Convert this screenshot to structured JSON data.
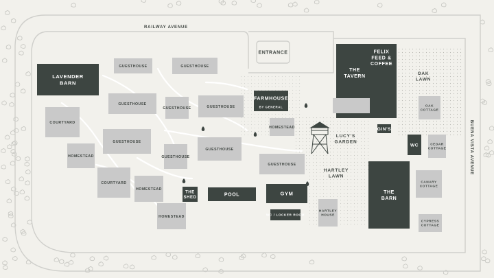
{
  "colors": {
    "background": "#f2f1ec",
    "dark_building": "#3d4541",
    "light_building": "#c9c9c9",
    "road_outline": "#cfcfcb"
  },
  "streets": {
    "top": "RAILWAY AVENUE",
    "right": "BUENA VISTA AVENUE"
  },
  "buildings": {
    "lavender_barn": [
      "LAVENDER",
      "BARN"
    ],
    "entrance": [
      "ENTRANCE"
    ],
    "felix": [
      "FELIX",
      "FEED &",
      "COFFEE"
    ],
    "tavern": [
      "THE",
      "TAVERN"
    ],
    "farmhouse": [
      "FARMHOUSE"
    ],
    "farmhouse_sub": "BY GENERAL",
    "gins": "GIN'S",
    "wc_right": "WC",
    "the_barn": [
      "THE",
      "BARN"
    ],
    "the_shed": [
      "THE",
      "SHED"
    ],
    "pool": "POOL",
    "gym": "GYM",
    "wc_locker": "WC / LOCKER ROOM",
    "guesthouse": "GUESTHOUSE",
    "homestead": "HOMESTEAD",
    "courtyard": "COURTYARD",
    "hartley_house": [
      "HARTLEY",
      "HOUSE"
    ],
    "oak_cottage": [
      "OAK",
      "COTTAGE"
    ],
    "cedar_cottage": [
      "CEDAR",
      "COTTAGE"
    ],
    "canary_cottage": [
      "CANARY",
      "COTTAGE"
    ],
    "cypress_cottage": [
      "CYPRESS",
      "COTTAGE"
    ]
  },
  "grounds": {
    "oak_lawn": [
      "OAK",
      "LAWN"
    ],
    "lucys_garden": [
      "LUCY'S",
      "GARDEN"
    ],
    "hartley_lawn": [
      "HARTLEY",
      "LAWN"
    ]
  },
  "icons": [
    "fire-pit-icon",
    "water-tower-icon",
    "tree-icon"
  ]
}
